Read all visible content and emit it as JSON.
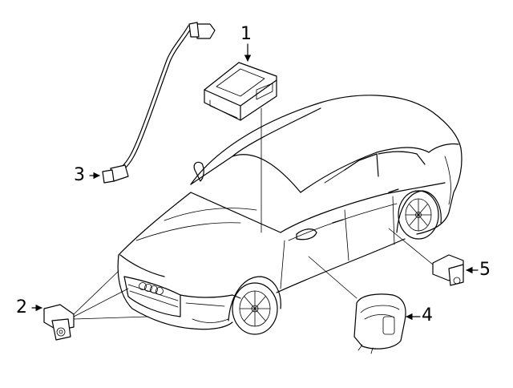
{
  "callouts": [
    {
      "id": "part-1",
      "number": "1"
    },
    {
      "id": "part-2",
      "number": "2"
    },
    {
      "id": "part-3",
      "number": "3"
    },
    {
      "id": "part-4",
      "number": "4"
    },
    {
      "id": "part-5",
      "number": "5"
    }
  ],
  "colors": {
    "line": "#000000",
    "background": "#ffffff"
  }
}
